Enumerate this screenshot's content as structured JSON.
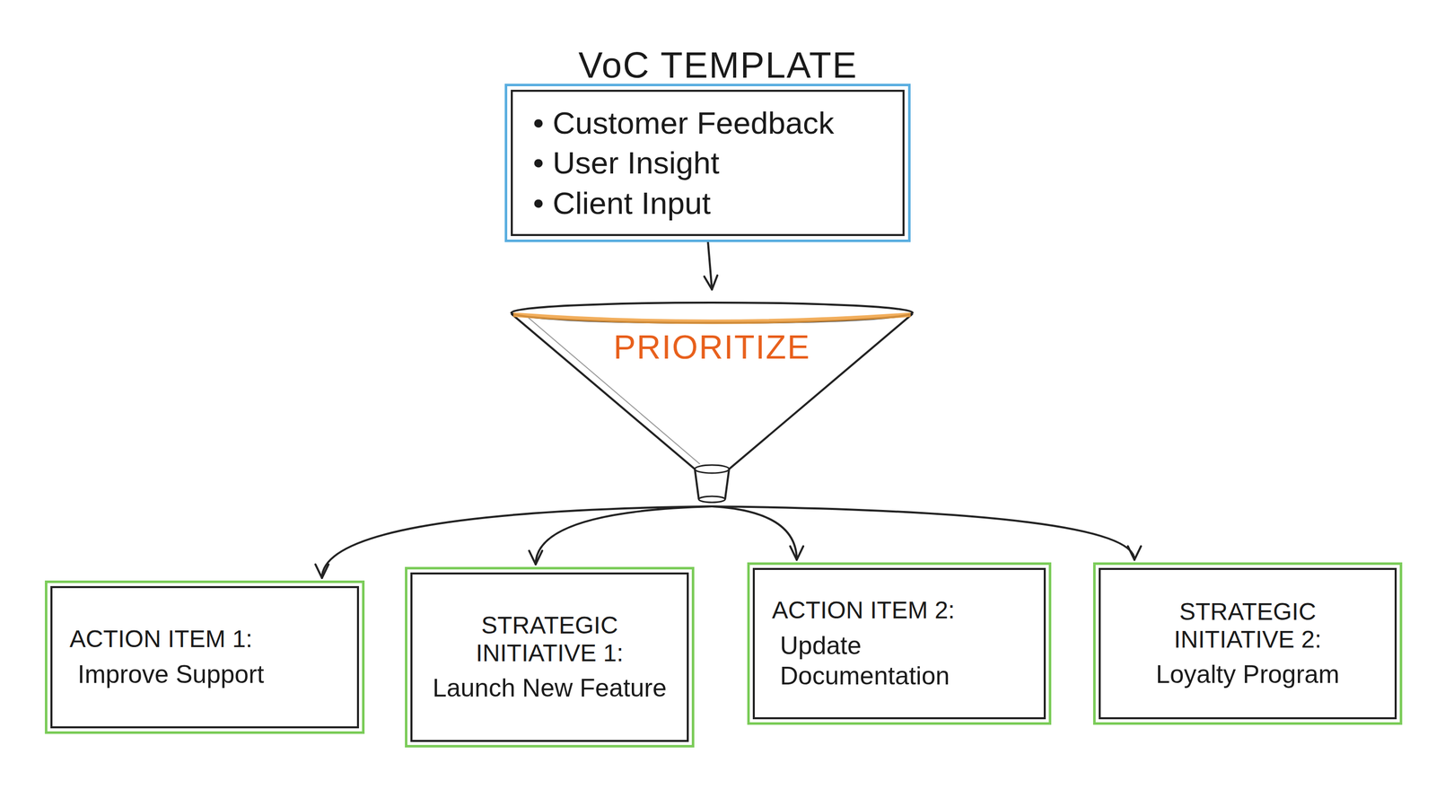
{
  "diagram": {
    "title": "VoC TEMPLATE",
    "nodes": [
      {
        "text": [
          "• Customer Feedback",
          "• User Insight",
          "• Client Input"
        ]
      },
      {
        "text": [
          "PRIORITIZE"
        ]
      },
      {
        "text": [
          "ACTION ITEM 1:",
          "Improve Support"
        ]
      },
      {
        "text": [
          "STRATEGIC INITIATIVE 1:",
          "Launch New Feature"
        ]
      },
      {
        "text": [
          "ACTION ITEM 2:",
          "Update Documentation"
        ]
      },
      {
        "text": [
          "STRATEGIC INITIATIVE 2:",
          "Loyalty Program"
        ]
      }
    ],
    "edges": [
      {
        "from": 0,
        "to": 1,
        "arrow": "to"
      },
      {
        "from": 1,
        "to": 2,
        "arrow": "to"
      },
      {
        "from": 1,
        "to": 3,
        "arrow": "to"
      },
      {
        "from": 1,
        "to": 4,
        "arrow": "to"
      },
      {
        "from": 1,
        "to": 5,
        "arrow": "to"
      }
    ]
  }
}
